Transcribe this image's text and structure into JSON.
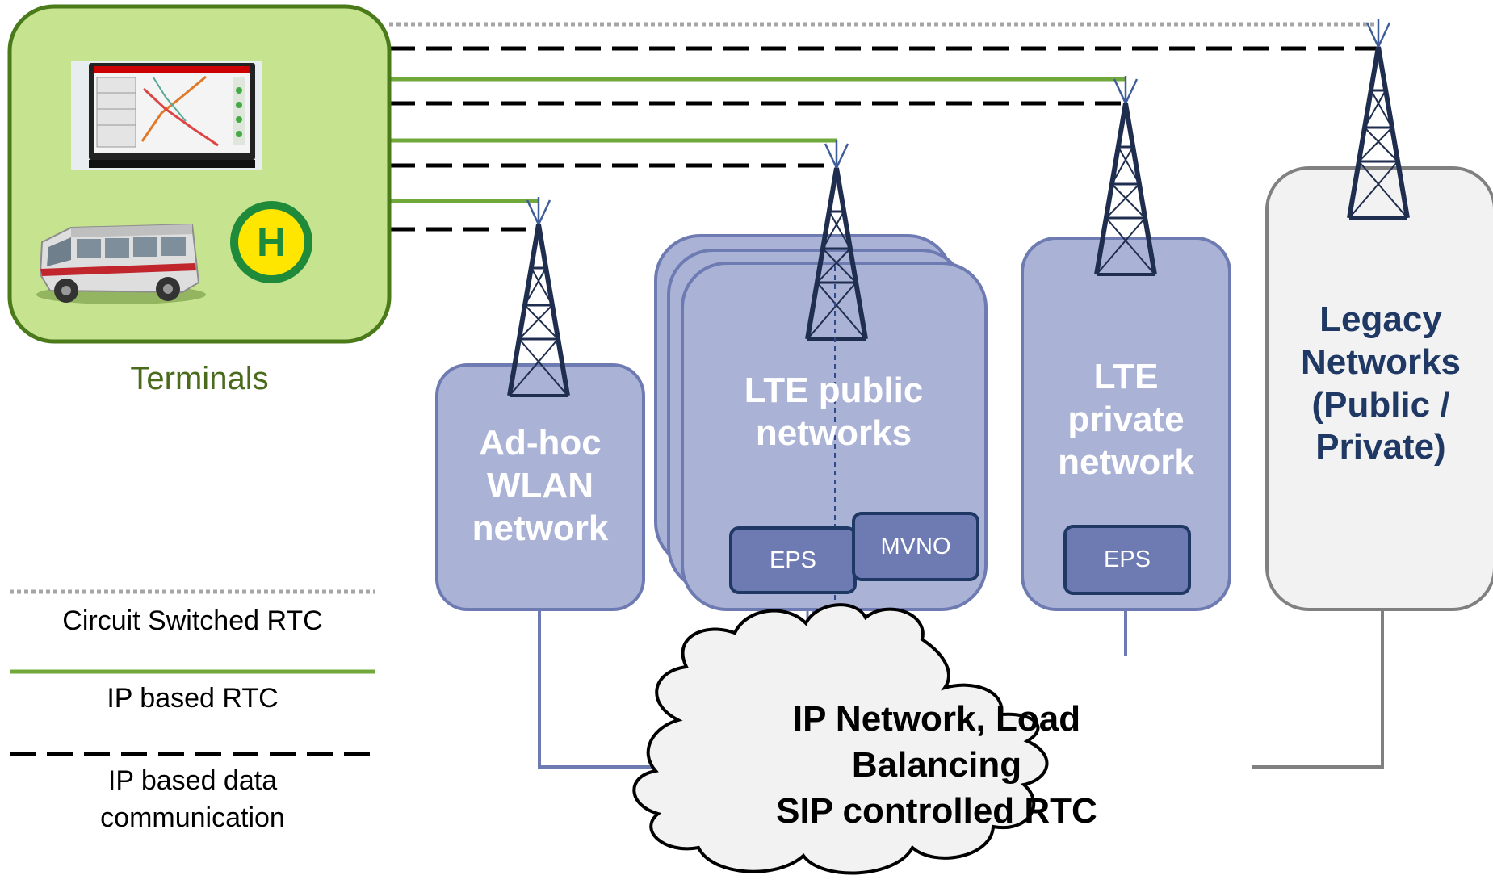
{
  "terminals": {
    "label": "Terminals"
  },
  "networks": {
    "adhoc": {
      "title": "Ad-hoc WLAN network"
    },
    "lte_public": {
      "title": "LTE public networks",
      "chips": [
        "EPS",
        "MVNO"
      ]
    },
    "lte_private": {
      "title": "LTE private network",
      "chips": [
        "EPS"
      ]
    },
    "legacy": {
      "title": "Legacy Networks (Public / Private)"
    }
  },
  "cloud": {
    "line1": "IP Network, Load",
    "line2": "Balancing",
    "line3": "SIP controlled RTC"
  },
  "legend": {
    "circuit": "Circuit Switched RTC",
    "ip_rtc": "IP based RTC",
    "ip_data_line1": "IP based data",
    "ip_data_line2": "communication"
  },
  "colors": {
    "terminal_fill": "#c6e38f",
    "terminal_border": "#4a7a1a",
    "terminal_text": "#4a6b1c",
    "network_fill": "#aab3d6",
    "network_border": "#6e7bb2",
    "legacy_fill": "#f2f2f2",
    "legacy_border": "#808080",
    "green_line": "#70a83b",
    "tower": "#1f2d4f"
  },
  "icons": [
    "display-screen-icon",
    "bus-icon",
    "bus-stop-h-icon",
    "antenna-tower-icon"
  ],
  "bus_stop_letter": "H"
}
